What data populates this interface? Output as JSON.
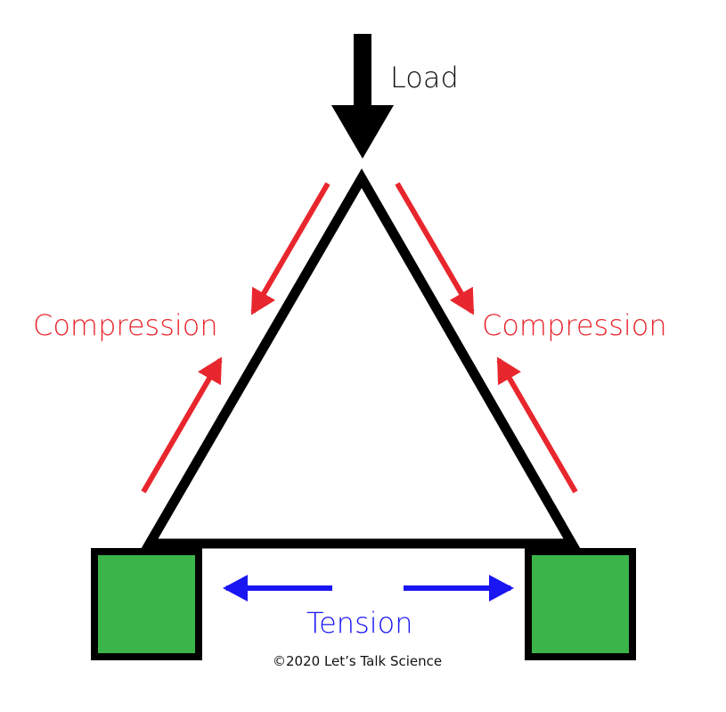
{
  "labels": {
    "load": "Load",
    "compression_left": "Compression",
    "compression_right": "Compression",
    "tension": "Tension",
    "copyright": "©2020 Let’s Talk Science"
  },
  "colors": {
    "structure": "#000000",
    "compression": "#e8262d",
    "tension": "#1a16f2",
    "support_fill": "#3bb54a",
    "background": "#ffffff"
  },
  "icons": {
    "load": "down-arrow-icon",
    "compression": "arrow-icon",
    "tension": "horizontal-arrow-icon"
  }
}
